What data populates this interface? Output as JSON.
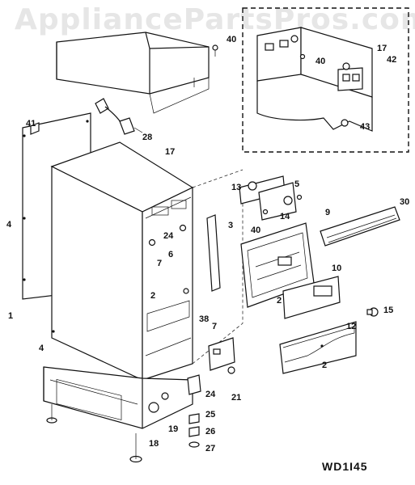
{
  "watermark": "AppliancePartsPros.com",
  "model_code": "WD1I45",
  "callouts": [
    {
      "id": "c41",
      "text": "41"
    },
    {
      "id": "c40a",
      "text": "40"
    },
    {
      "id": "c28",
      "text": "28"
    },
    {
      "id": "c17a",
      "text": "17"
    },
    {
      "id": "c17b",
      "text": "17"
    },
    {
      "id": "c40b",
      "text": "40"
    },
    {
      "id": "c42",
      "text": "42"
    },
    {
      "id": "c43",
      "text": "43"
    },
    {
      "id": "c4a",
      "text": "4"
    },
    {
      "id": "c1",
      "text": "1"
    },
    {
      "id": "c4b",
      "text": "4"
    },
    {
      "id": "c13",
      "text": "13"
    },
    {
      "id": "c5",
      "text": "5"
    },
    {
      "id": "c14",
      "text": "14"
    },
    {
      "id": "c40c",
      "text": "40"
    },
    {
      "id": "c3",
      "text": "3"
    },
    {
      "id": "c24a",
      "text": "24"
    },
    {
      "id": "c6",
      "text": "6"
    },
    {
      "id": "c7a",
      "text": "7"
    },
    {
      "id": "c2a",
      "text": "2"
    },
    {
      "id": "c38",
      "text": "38"
    },
    {
      "id": "c7b",
      "text": "7"
    },
    {
      "id": "c9",
      "text": "9"
    },
    {
      "id": "c30",
      "text": "30"
    },
    {
      "id": "c10",
      "text": "10"
    },
    {
      "id": "c2b",
      "text": "2"
    },
    {
      "id": "c15",
      "text": "15"
    },
    {
      "id": "c12",
      "text": "12"
    },
    {
      "id": "c2c",
      "text": "2"
    },
    {
      "id": "c21",
      "text": "21"
    },
    {
      "id": "c24b",
      "text": "24"
    },
    {
      "id": "c19",
      "text": "19"
    },
    {
      "id": "c25",
      "text": "25"
    },
    {
      "id": "c26",
      "text": "26"
    },
    {
      "id": "c18",
      "text": "18"
    },
    {
      "id": "c27",
      "text": "27"
    }
  ]
}
